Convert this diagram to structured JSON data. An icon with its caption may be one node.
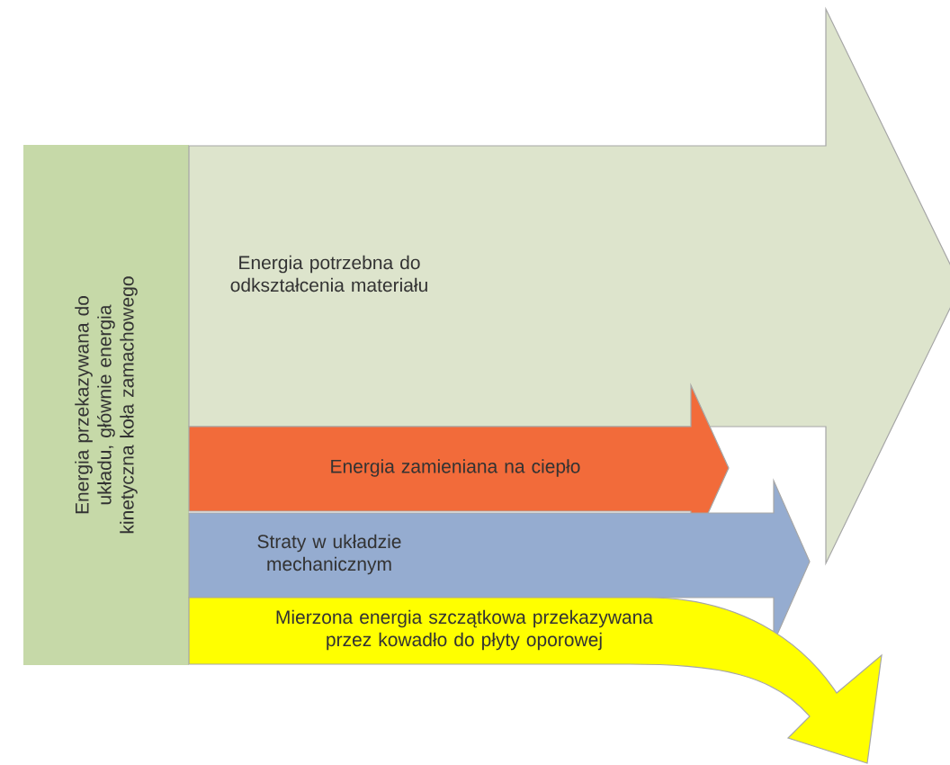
{
  "diagram": {
    "nodes": [
      {
        "text": [
          "Energia przekazywana do układu, głównie energia kinetyczna koła zamachowego"
        ]
      },
      {
        "text": [
          "Energia potrzebna do odkształcenia materiału"
        ]
      },
      {
        "text": [
          "Energia zamieniana na ciepło"
        ]
      },
      {
        "text": [
          "Straty w układzie mechanicznym"
        ]
      },
      {
        "text": [
          "Mierzona energia szczątkowa przekazywana przez kowadło do płyty oporowej"
        ]
      }
    ]
  }
}
